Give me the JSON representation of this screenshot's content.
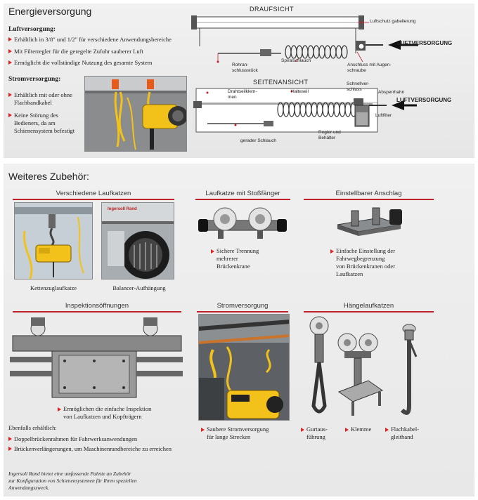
{
  "energy": {
    "title": "Energieversorgung",
    "air_heading": "Luftversorgung:",
    "air_bullets": [
      "Erhältlich in 3/8\" und 1/2\" für verschiedene Anwendungsbereiche",
      "Mit Filterregler für die geregelte Zufuhr sauberer Luft",
      "Ermöglicht die vollständige Nutzung des gesamte System"
    ],
    "power_heading": "Stromversorgung:",
    "power_bullets": [
      "Erhältlich mit oder ohne Flachbandkabel",
      "Keine Störung des Bedieners, da am Schienensystem befestigt"
    ]
  },
  "diagram_top": {
    "title": "DRAUFSICHT",
    "labels": {
      "luftschutz": "Luftschutz gabelierung",
      "luftversorgung": "LUFTVERSORGUNG",
      "rohranschluss_1": "Rohran-",
      "rohranschluss_2": "schlussstück",
      "spiralschlauch": "Spiralschlauch",
      "anschluss_1": "Anschluss mit Augen-",
      "anschluss_2": "schraube"
    }
  },
  "diagram_side": {
    "title": "SEITENANSICHT",
    "labels": {
      "drahtseil_1": "Drahtseilklem-",
      "drahtseil_2": "men",
      "halteseil": "Halteseil",
      "schnell_1": "Schnellver-",
      "schnell_2": "schluss",
      "absperr": "Absperrhahn",
      "luftversorgung": "LUFTVERSORGUNG",
      "luftfilter": "Luftfilter",
      "regler_1": "Regler und",
      "regler_2": "Behälter",
      "gerader": "gerader Schlauch"
    }
  },
  "accessories": {
    "title": "Weiteres Zubehör:",
    "laufkatzen": {
      "heading": "Verschiedene Laufkatzen",
      "cap1": "Kettenzuglaufkatze",
      "cap2": "Balancer-Aufhängung",
      "brand": "Ingersoll Rand"
    },
    "stossfaenger": {
      "heading": "Laufkatze mit Stoßfänger",
      "desc": [
        "Sichere Trennung",
        "mehrerer",
        "Brückenkrane"
      ]
    },
    "anschlag": {
      "heading": "Einstellbarer Anschlag",
      "desc": [
        "Einfache Einstellung der",
        "Fahrwegbegrenzung",
        "von Brückenkranen oder",
        "Laufkatzen"
      ]
    },
    "inspektion": {
      "heading": "Inspektionsöffnungen",
      "desc": [
        "Ermöglichen die einfache Inspektion",
        "von Laufkatzen und Kopfträgern"
      ]
    },
    "strom": {
      "heading": "Stromversorgung",
      "desc": [
        "Saubere Stromversorgung",
        "für lange Strecken"
      ]
    },
    "haenge": {
      "heading": "Hängelaufkatzen",
      "cap1": [
        "Gurtaus-",
        "führung"
      ],
      "cap2": "Klemme",
      "cap3": [
        "Flachkabel-",
        "gleitband"
      ]
    },
    "also": {
      "heading": "Ebenfalls erhältlich:",
      "items": [
        "Doppelbrückenrahmen für Fahrwerksanwendungen",
        "Brückenverlängerungen, um Maschinenrandbereiche zu erreichen"
      ]
    },
    "footer": [
      "Ingersoll Rand bietet eine umfassende Palette an Zubehör",
      "zur Konfiguration von Schienensystemen für Ihren speziellen",
      "Anwendungszweck."
    ]
  },
  "colors": {
    "accent": "#c0202a",
    "panel": "#ececec",
    "yellow": "#f2c21a"
  }
}
